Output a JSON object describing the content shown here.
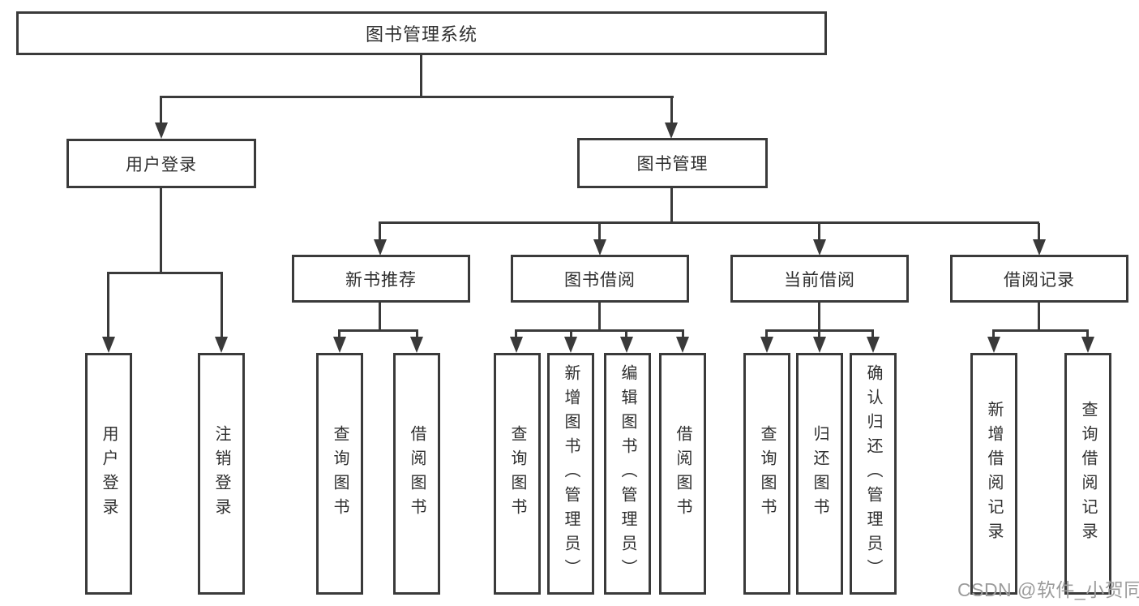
{
  "diagram": {
    "root": {
      "label": "图书管理系统"
    },
    "children": [
      {
        "label": "用户登录",
        "children": [
          {
            "label": "用户登录"
          },
          {
            "label": "注销登录"
          }
        ]
      },
      {
        "label": "图书管理",
        "children": [
          {
            "label": "新书推荐",
            "children": [
              {
                "label": "查询图书"
              },
              {
                "label": "借阅图书"
              }
            ]
          },
          {
            "label": "图书借阅",
            "children": [
              {
                "label": "查询图书"
              },
              {
                "label": "新增图书（管理员）"
              },
              {
                "label": "编辑图书（管理员）"
              },
              {
                "label": "借阅图书"
              }
            ]
          },
          {
            "label": "当前借阅",
            "children": [
              {
                "label": "查询图书"
              },
              {
                "label": "归还图书"
              },
              {
                "label": "确认归还（管理员）"
              }
            ]
          },
          {
            "label": "借阅记录",
            "children": [
              {
                "label": "新增借阅记录"
              },
              {
                "label": "查询借阅记录"
              }
            ]
          }
        ]
      }
    ]
  },
  "watermark": {
    "text": "CSDN @软件_小贺同学"
  },
  "colors": {
    "line": "#3a3a3a",
    "text": "#2f2f2f",
    "watermark": "#9c9c9c",
    "background": "#ffffff"
  }
}
